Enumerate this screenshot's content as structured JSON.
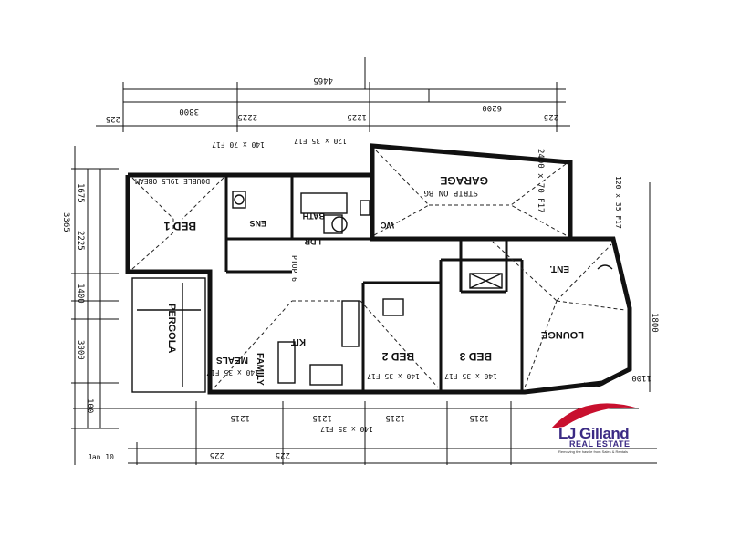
{
  "rooms": {
    "bed1": "BED 1",
    "bed2": "BED 2",
    "bed3": "BED 3",
    "garage": "GARAGE",
    "ent": "ENT.",
    "lounge": "LOUNGE",
    "kit": "KIT",
    "meals": "MEALS",
    "pergola": "PERGOLA",
    "family": "FAMILY",
    "ldr": "LDR",
    "ens": "ENS",
    "wc": "WC",
    "bath": "BATH"
  },
  "notes": {
    "garage_strip": "STRIP ON BG",
    "garage_door": "2400 x 70 F17",
    "bed1_beam": "DOUBLE 19L5 OBEAM",
    "ptop": "PTOP 6",
    "kit_beam": "140 x 35 F17",
    "bed2_lintel": "140 x 35 F17",
    "bed3_lintel": "140 x 35 F17",
    "ent_door": "120 x 35 F17",
    "bottom_lintel": "140 x 35 F17",
    "top_lintels": "140 x 70 F17",
    "garage_lintel": "120 x 35 F17"
  },
  "dimensions": {
    "top": [
      "4465",
      "6200",
      "3800",
      "2225",
      "1225",
      "225"
    ],
    "bottom": [
      "1215",
      "1215",
      "1215",
      "1215",
      "225",
      "225"
    ],
    "left": [
      "3365",
      "2225",
      "1675",
      "1400",
      "3000",
      "100"
    ],
    "right": [
      "1800",
      "1100"
    ]
  },
  "date_label": "Jan 10",
  "logo": {
    "name": "LJ Gilland",
    "subtitle": "REAL ESTATE",
    "tagline": "Removing the hassle from Sales & Rentals",
    "colors": {
      "text": "#3b2a84",
      "swoosh": "#c8102e"
    }
  }
}
